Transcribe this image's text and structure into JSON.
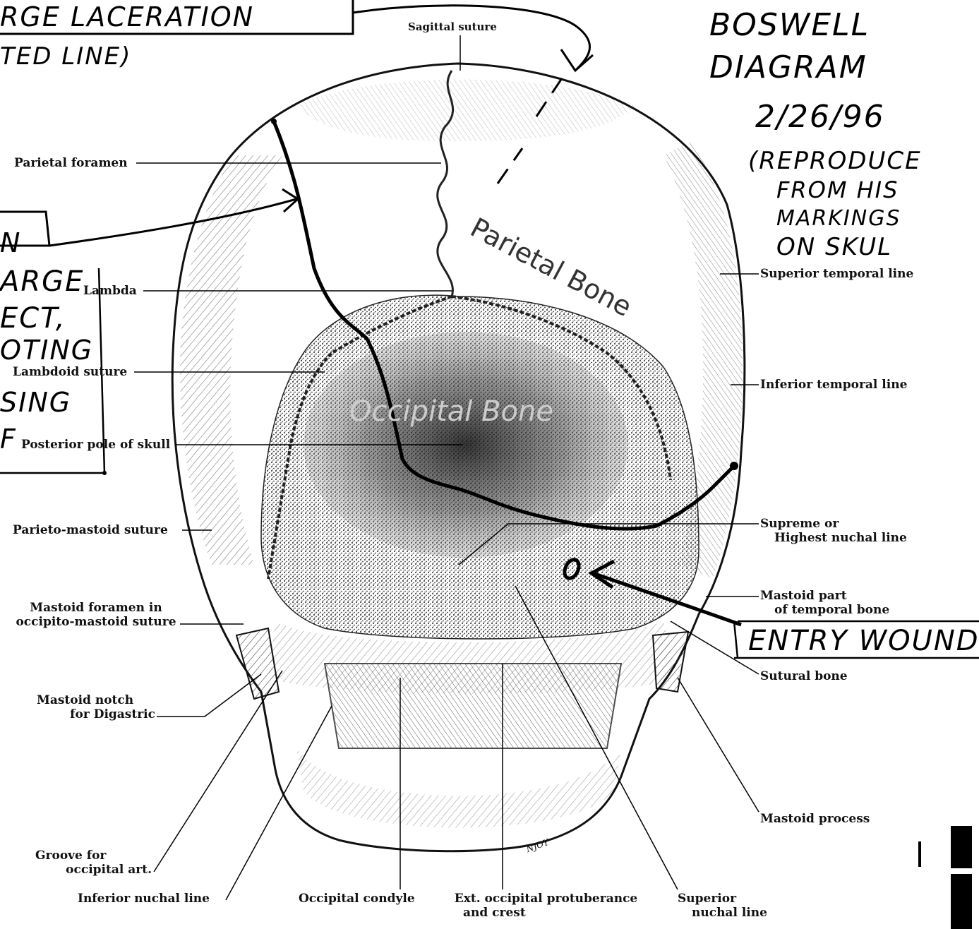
{
  "labels": {
    "sagittal_suture": "Sagittal suture",
    "parietal_foramen": "Parietal foramen",
    "lambda": "Lambda",
    "lambdoid_suture": "Lambdoid suture",
    "posterior_pole": "Posterior pole of skull",
    "parieto_mastoid": "Parieto-mastoid suture",
    "mastoid_foramen_1": "Mastoid foramen in",
    "mastoid_foramen_2": "occipito-mastoid suture",
    "mastoid_notch_1": "Mastoid notch",
    "mastoid_notch_2": "for Digastric",
    "groove_1": "Groove for",
    "groove_2": "occipital art.",
    "inferior_nuchal": "Inferior nuchal line",
    "occipital_condyle": "Occipital condyle",
    "ext_occ_1": "Ext. occipital protuberance",
    "ext_occ_2": "and crest",
    "superior_nuchal_1": "Superior",
    "superior_nuchal_2": "nuchal line",
    "superior_temporal": "Superior temporal line",
    "inferior_temporal": "Inferior temporal line",
    "supreme_1": "Supreme or",
    "supreme_2": "Highest nuchal line",
    "mastoid_part_1": "Mastoid part",
    "mastoid_part_2": "of temporal bone",
    "sutural_bone": "Sutural bone",
    "mastoid_process": "Mastoid process",
    "artist_signature": "NJOY"
  },
  "bones": {
    "parietal": "Parietal Bone",
    "occipital": "Occipital Bone"
  },
  "handwriting": {
    "top_line_1": "RGE LACERATION",
    "top_line_2": "TED LINE)",
    "title_1": "BOSWELL",
    "title_2": "DIAGRAM",
    "date": "2/26/96",
    "note_1": "(REPRODUCE",
    "note_2": "FROM HIS",
    "note_3": "MARKINGS",
    "note_4": "ON SKUL",
    "left_1": "N",
    "left_2": "ARGE",
    "left_3": "ECT,",
    "left_4": "OTING",
    "left_5": "SING",
    "left_6": "F",
    "entry_wound": "ENTRY WOUND"
  }
}
